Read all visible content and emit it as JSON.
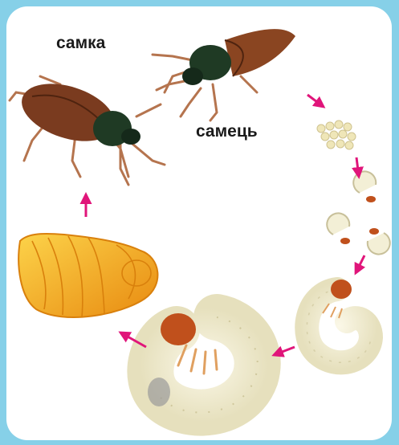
{
  "labels": {
    "female": "самка",
    "male": "самець"
  },
  "colors": {
    "frame": "#86d0e8",
    "card": "#ffffff",
    "arrow": "#e0157a",
    "beetle_elytra": "#7a3b1f",
    "beetle_thorax": "#1f3a24",
    "pupa": "#f0a41c",
    "larva": "#f3efd6",
    "larva_head": "#c0501c",
    "eggs": "#efe6b8"
  },
  "stages": [
    {
      "id": "female-beetle",
      "icon": "beetle-female-icon"
    },
    {
      "id": "male-beetle",
      "icon": "beetle-male-icon"
    },
    {
      "id": "eggs",
      "icon": "eggs-icon"
    },
    {
      "id": "young-larvae",
      "icon": "young-larvae-icon"
    },
    {
      "id": "small-larva",
      "icon": "small-larva-icon"
    },
    {
      "id": "large-larva",
      "icon": "large-larva-icon"
    },
    {
      "id": "pupa",
      "icon": "pupa-icon"
    }
  ]
}
